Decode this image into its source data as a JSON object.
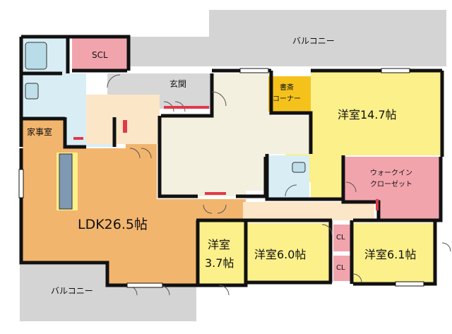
{
  "rooms": {
    "balcony_top": "バルコニー",
    "balcony_bottom": "バルコニー",
    "scl": "SCL",
    "entrance": "玄関",
    "study_line1": "書斎",
    "study_line2": "コーナー",
    "western_147": "洋室14.7帖",
    "housework": "家事室",
    "walkin_line1": "ウォークイン",
    "walkin_line2": "クローゼット",
    "ldk": "LDK26.5帖",
    "western_37_line1": "洋室",
    "western_37_line2": "3.7帖",
    "western_60": "洋室6.0帖",
    "western_61": "洋室6.1帖",
    "closet_1": "CL",
    "closet_2": "CL"
  },
  "colors": {
    "ldk": "#f2b56e",
    "western": "#fbf08a",
    "study": "#f5c21c",
    "hall": "#f3f0df",
    "corridor": "#fbe6c8",
    "closet": "#f2a4ad",
    "balcony": "#d4d4d4",
    "wet_area": "#d9eef4",
    "wall": "#111111"
  }
}
